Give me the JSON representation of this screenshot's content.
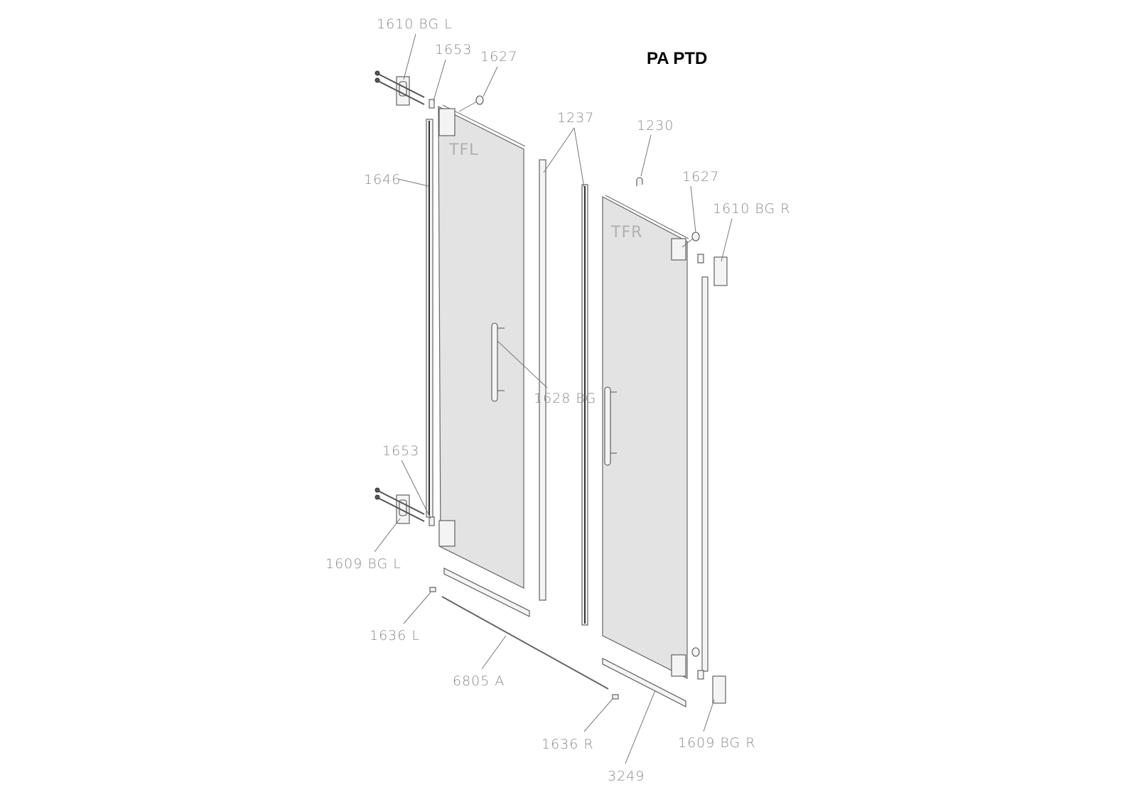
{
  "title": "PA PTD",
  "panels": {
    "left": "TFL",
    "right": "TFR"
  },
  "labels": {
    "hinge_top_left": "1610 BG L",
    "seal_top_left": "1653",
    "cap_top_left": "1627",
    "profile_left": "1646",
    "seal_strips": "1237",
    "hook": "1230",
    "cap_right": "1627",
    "hinge_top_right": "1610 BG R",
    "handle": "1628 BG",
    "seal_bottom_left": "1653",
    "hinge_bottom_left": "1609 BG L",
    "endcap_left": "1636 L",
    "rod": "6805 A",
    "endcap_right": "1636 R",
    "threshold": "3249",
    "hinge_bottom_right": "1609 BG R"
  }
}
